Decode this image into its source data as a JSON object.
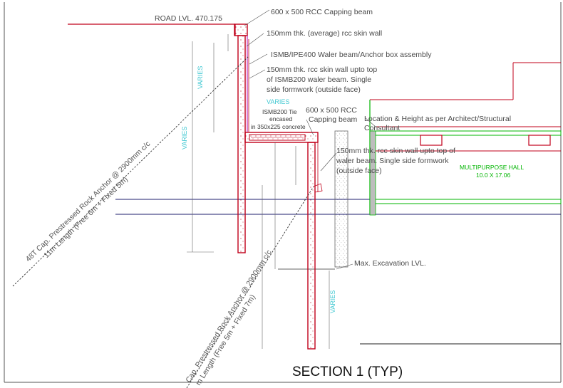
{
  "drawing": {
    "title": "SECTION 1 (TYP)",
    "road_level": "ROAD LVL. 470.175",
    "capping_beam_top": "600 x 500 RCC Capping beam",
    "skin_wall_avg": "150mm thk. (average) rcc skin wall",
    "waler_assembly": "ISMB/IPE400 Waler beam/Anchor box assembly",
    "skin_wall_upper": [
      "150mm thk. rcc skin wall upto top",
      "of ISMB200 waler beam. Single",
      "side formwork (outside face)"
    ],
    "capping_beam_mid": [
      "600 x 500 RCC",
      "Capping beam"
    ],
    "tie_note": [
      "ISMB200 Tie",
      "encased",
      "in 350x225 concrete"
    ],
    "location_note": [
      "Location & Height as per Architect/Structural",
      "Consultant"
    ],
    "skin_wall_lower": [
      "150mm thk. rcc skin wall upto top of",
      "waler beam. Single side formwork",
      "(outside face)"
    ],
    "hall_name": "MULTIPURPOSE HALL",
    "hall_size": "10.0 X 17.06",
    "max_excavation": "Max. Excavation LVL.",
    "anchor_upper": [
      "48T Cap. Prestressed Rock Anchor @ 2900mm c/c",
      "11m Length  (Free 6m + Fixed 5m)"
    ],
    "anchor_lower": [
      "Cap. Prestressed Rock Anchor @ 2900mm c/c",
      "m Length  (Free 5m + Fixed 7m)"
    ]
  },
  "colors": {
    "wall": "#c0001a",
    "ground_line": "#1c1c6e",
    "hall_green": "#00b400",
    "dimension_text": "#41c8d2",
    "annotation_text": "#4a4a4a"
  }
}
